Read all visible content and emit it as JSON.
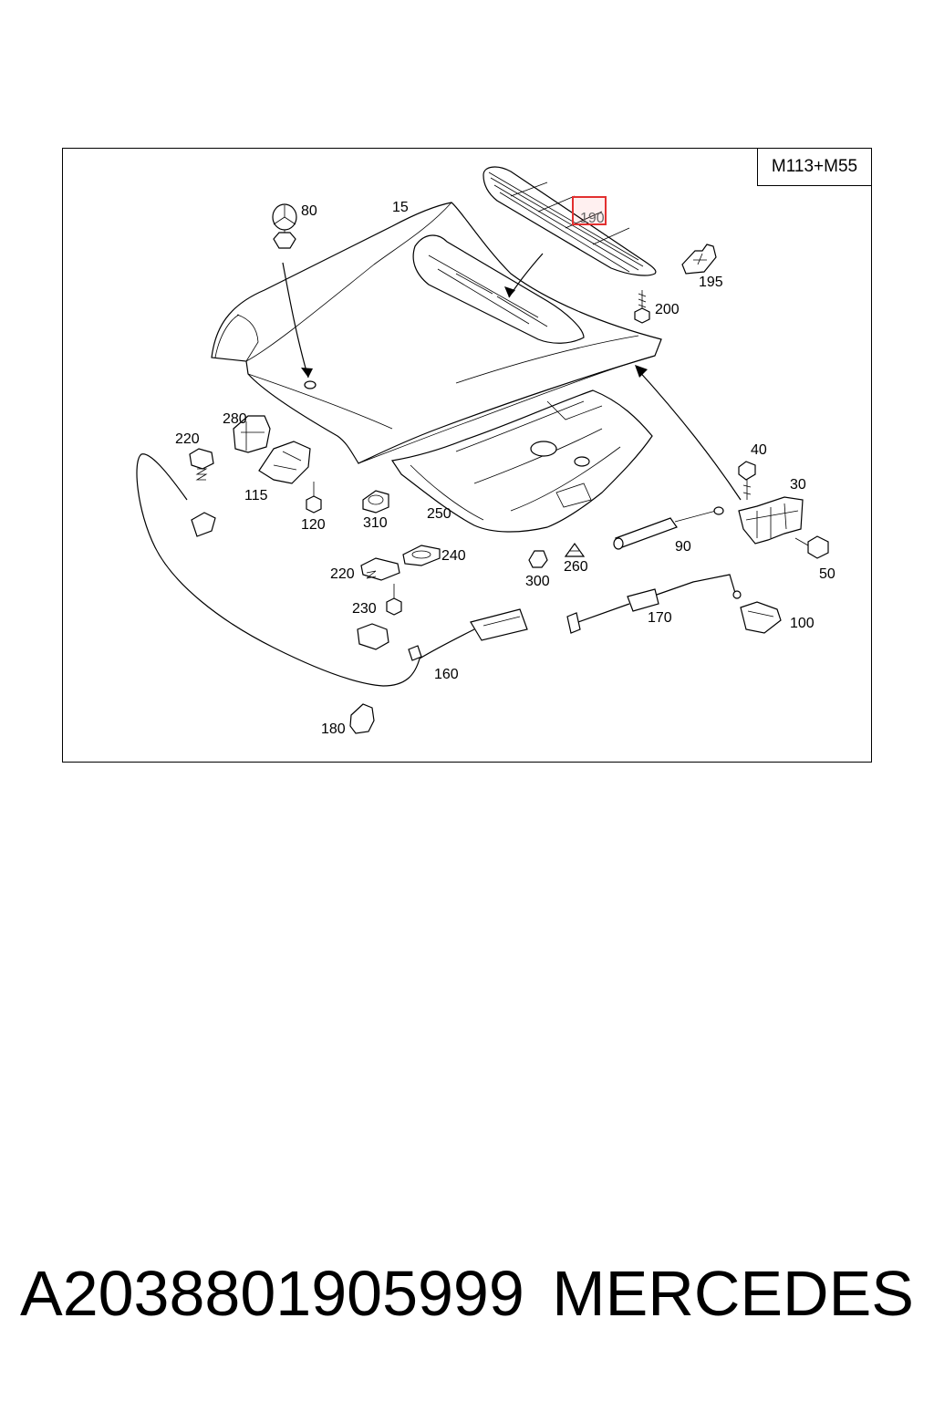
{
  "variant": "M113+M55",
  "highlighted_part": "190",
  "part_labels": {
    "p15": "15",
    "p80": "80",
    "p190": "190",
    "p195": "195",
    "p200": "200",
    "p40": "40",
    "p30": "30",
    "p50": "50",
    "p90": "90",
    "p100": "100",
    "p170": "170",
    "p260": "260",
    "p300": "300",
    "p240": "240",
    "p250": "250",
    "p310": "310",
    "p120": "120",
    "p115": "115",
    "p280": "280",
    "p220a": "220",
    "p220b": "220",
    "p230": "230",
    "p160": "160",
    "p180": "180"
  },
  "footer": {
    "part_number": "A2038801905999",
    "brand": "MERCEDES"
  }
}
